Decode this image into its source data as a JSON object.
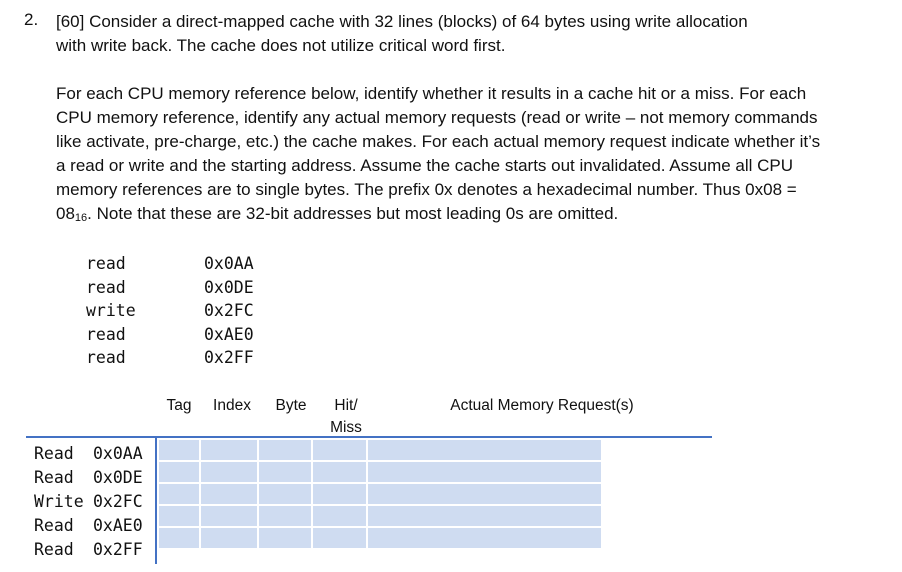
{
  "question": {
    "number": "2.",
    "line1": "[60] Consider a direct-mapped cache with 32 lines (blocks) of 64 bytes using write allocation",
    "line2": "with write back.  The cache does not utilize critical word first."
  },
  "paragraph": {
    "line1": "For each CPU memory reference below, identify whether it results in a cache hit or a miss.  For each",
    "line2": "CPU memory reference, identify any actual memory requests (read or write – not memory commands",
    "line3": "like activate, pre-charge, etc.) the cache makes.  For each actual memory request indicate whether it’s",
    "line4": "a read or write and the starting address.  Assume the cache starts out invalidated.   Assume all CPU",
    "line5": "memory references are to single bytes.   The prefix 0x denotes a hexadecimal number.  Thus 0x08 =",
    "line6_main": "08",
    "line6_sub": "16",
    "line6_rest": ".  Note that these are 32-bit addresses but most leading 0s are omitted."
  },
  "references": [
    {
      "op": "read",
      "addr": "0x0AA"
    },
    {
      "op": "read",
      "addr": "0x0DE"
    },
    {
      "op": "write",
      "addr": "0x2FC"
    },
    {
      "op": "read",
      "addr": "0xAE0"
    },
    {
      "op": "read",
      "addr": "0x2FF"
    }
  ],
  "table": {
    "headers": {
      "tag": "Tag",
      "index": "Index",
      "byte": "Byte",
      "hitmiss_line1": "Hit/",
      "hitmiss_line2": "Miss",
      "actual": "Actual Memory Request(s)"
    },
    "rows": [
      {
        "op": "Read",
        "addr": "0x0AA"
      },
      {
        "op": "Read",
        "addr": "0x0DE"
      },
      {
        "op": "Write",
        "addr": "0x2FC"
      },
      {
        "op": "Read",
        "addr": "0xAE0"
      },
      {
        "op": "Read",
        "addr": "0x2FF"
      }
    ]
  },
  "colors": {
    "cell_fill": "#cfdcf1",
    "rule": "#4472c4"
  }
}
